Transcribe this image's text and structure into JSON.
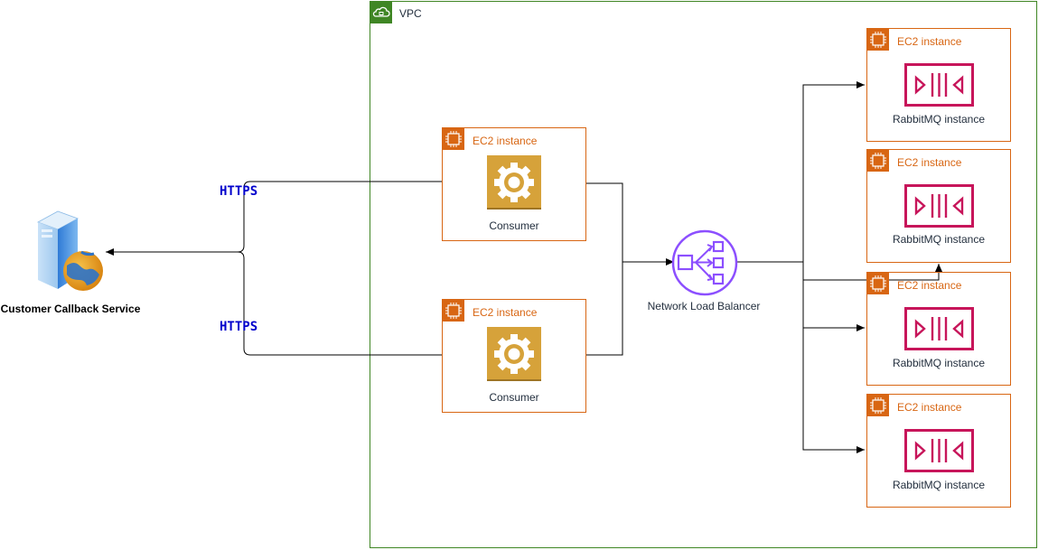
{
  "vpc": {
    "label": "VPC",
    "color": "#3F8624"
  },
  "customer": {
    "label": "Customer Callback Service",
    "icon": "web-server-icon"
  },
  "edges": {
    "https_top": "HTTPS",
    "https_bottom": "HTTPS",
    "color": "#0000CC"
  },
  "consumers": [
    {
      "ec2_label": "EC2 instance",
      "label": "Consumer",
      "icon": "gear-icon"
    },
    {
      "ec2_label": "EC2 instance",
      "label": "Consumer",
      "icon": "gear-icon"
    }
  ],
  "nlb": {
    "label": "Network Load Balancer",
    "icon": "network-load-balancer-icon",
    "color": "#8C4FFF"
  },
  "rabbitmq": [
    {
      "ec2_label": "EC2 instance",
      "label": "RabbitMQ instance",
      "icon": "rabbitmq-broker-icon"
    },
    {
      "ec2_label": "EC2 instance",
      "label": "RabbitMQ instance",
      "icon": "rabbitmq-broker-icon"
    },
    {
      "ec2_label": "EC2 instance",
      "label": "RabbitMQ instance",
      "icon": "rabbitmq-broker-icon"
    },
    {
      "ec2_label": "EC2 instance",
      "label": "RabbitMQ instance",
      "icon": "rabbitmq-broker-icon"
    }
  ],
  "colors": {
    "ec2": "#D86613",
    "consumer_icon": "#D6A23A",
    "rabbitmq_icon": "#C7155A"
  }
}
